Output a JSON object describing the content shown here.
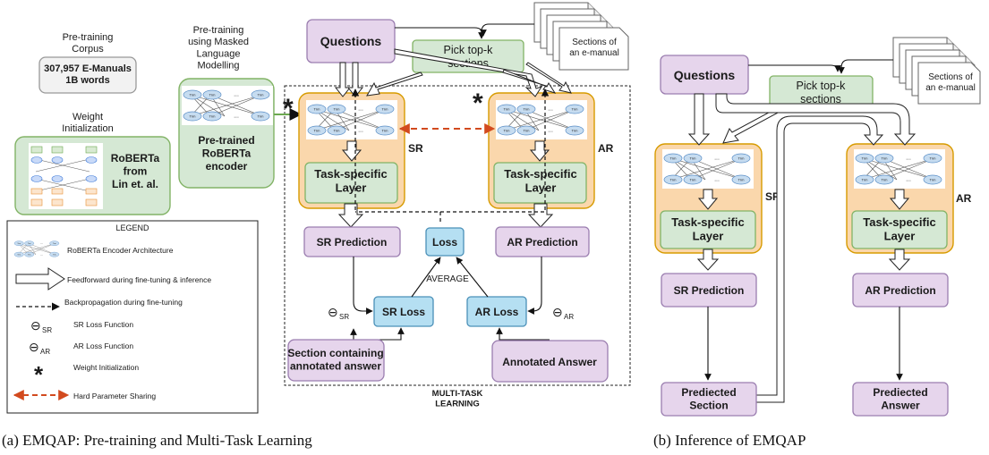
{
  "colors": {
    "purple_fill": "#e6d5ec",
    "purple_stroke": "#9b7eb0",
    "green_fill": "#d5e8d4",
    "green_stroke": "#82b366",
    "orange_fill": "#fad7ac",
    "orange_stroke": "#d79b00",
    "blue_fill": "#b5dff2",
    "blue_stroke": "#4a90b8",
    "red_dashed": "#d24a1e"
  },
  "pretrain": {
    "corpus_title": "Pre-training\nCorpus",
    "corpus_box": "307,957 E-Manuals\n1B words",
    "weight_init": "Weight\nInitialization",
    "roberta_box": "RoBERTa\nfrom\nLin et. al.",
    "mlm_title": "Pre-training\nusing Masked\nLanguage\nModelling",
    "pretrained_box": "Pre-trained\nRoBERTa\nencoder"
  },
  "tokens": {
    "trm": "Trm",
    "ellipsis": "...",
    "e": "E",
    "t": "T"
  },
  "legend": {
    "title": "LEGEND",
    "items": [
      "RoBERTa Encoder Architecture",
      "Feedforward during fine-tuning & inference",
      "Backpropagation during fine-tuning",
      "SR Loss Function",
      "AR Loss Function",
      "Weight Initialization",
      "Hard Parameter Sharing"
    ],
    "theta_sr": "⊖",
    "theta_sr_sub": "SR",
    "theta_ar": "⊖",
    "theta_ar_sub": "AR",
    "star": "*"
  },
  "mtl": {
    "questions": "Questions",
    "pick": "Pick top-k\nsections",
    "sections_docs": "Sections of\nan e-manual",
    "task_layer": "Task-specific\nLayer",
    "sr_tag": "SR",
    "ar_tag": "AR",
    "sr_pred": "SR Prediction",
    "ar_pred": "AR Prediction",
    "loss": "Loss",
    "average": "AVERAGE",
    "sr_loss": "SR Loss",
    "ar_loss": "AR Loss",
    "theta": "⊖",
    "sr_sub": "SR",
    "ar_sub": "AR",
    "section_ans": "Section containing\nannotated answer",
    "annot_ans": "Annotated Answer",
    "mtl_label": "MULTI-TASK\nLEARNING",
    "star": "*"
  },
  "inference": {
    "questions": "Questions",
    "pick": "Pick top-k\nsections",
    "sections_docs": "Sections of\nan e-manual",
    "task_layer": "Task-specific\nLayer",
    "sr_tag": "SR",
    "ar_tag": "AR",
    "sr_pred": "SR Prediction",
    "ar_pred": "AR Prediction",
    "pred_section": "Prediected\nSection",
    "pred_answer": "Prediected\nAnswer"
  },
  "captions": {
    "a": "(a) EMQAP: Pre-training and Multi-Task Learning",
    "b": "(b) Inference of EMQAP"
  }
}
